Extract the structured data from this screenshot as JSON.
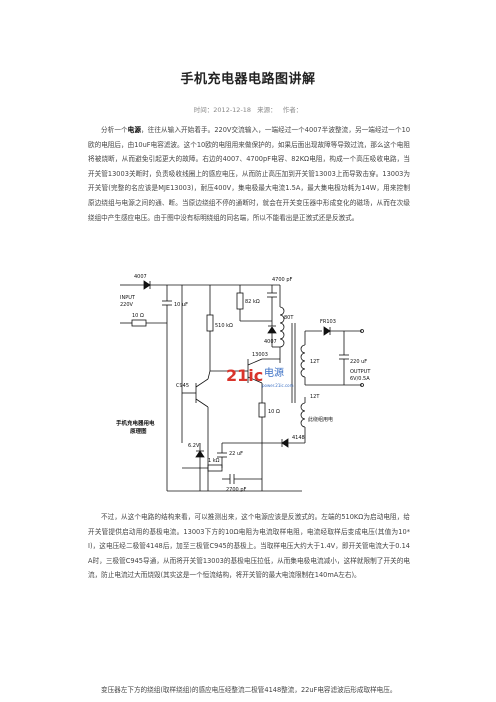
{
  "article": {
    "title": "手机充电器电路图讲解",
    "meta": {
      "time": "时间：2012-12-18",
      "source": "来源：",
      "author": "作者："
    },
    "p1_pre": "分析一个",
    "p1_bold": "电源",
    "p1_post": "，往往从输入开始着手。220V交流输入，一端经过一个4007半波整流，另一端经过一个10欧的电阻后，由10uF电容滤波。这个10欧的电阻用来做保护的，如果后面出现故障等导致过流，那么这个电阻将被烧断，从而避免引起更大的故障。右边的4007、4700pF电容、82KΩ电阻，构成一个高压吸收电路，当开关管13003关断时，负责吸收线圈上的感应电压，从而防止高压加到开关管13003上而导致击穿。13003为开关管(完整的名应该是MJE13003)，耐压400V，集电极最大电流1.5A，最大集电极功耗为14W，用来控制原边绕组与电源之间的通、断。当原边绕组不停的通断时，就会在开关变压器中形成变化的磁场，从而在次级绕组中产生感应电压。由于图中没有标明绕组的同名端，所以不能看出是正激式还是反激式。",
    "p2": "不过，从这个电路的结构来看，可以推测出来，这个电源应该是反激式的。左端的510KΩ为启动电阻，给开关管提供启动用的基极电流。13003下方的10Ω电阻为电流取样电阻，电流经取样后变成电压(其值为10*I)，这电压经二极管4148后，加至三极管C945的基极上。当取样电压大约大于1.4V，即开关管电流大于0.14A时，三极管C945导通，从而将开关管13003的基极电压拉低，从而集电极电流减小，这样就限制了开关的电流，防止电流过大而烧毁(其实这是一个恒流结构，将开关管的最大电流限制在140mA左右)。",
    "p3": "变压器左下方的绕组(取样绕组)的感应电压经整流二极管4148整流，22uF电容滤波后形成取样电压。"
  },
  "circuit": {
    "labels": {
      "d_4007_in": "4007",
      "input": "INPUT",
      "input_v": "220V",
      "c_10uf": "10 uF",
      "r_10_in": "10 Ω",
      "r_82k": "82 kΩ",
      "c_4700": "4700 pF",
      "r_510k": "510 kΩ",
      "d_4007_2": "4007",
      "w_80t": "80T",
      "w_12t_top": "12T",
      "d_fr": "FR103",
      "c_220": "220 uF",
      "output": "OUTPUT",
      "output_v": "6V/0.5A",
      "q_13003": "13003",
      "q_c945": "C945",
      "r_10_e": "10 Ω",
      "w_12t_bot": "12T",
      "note": "此绕组用电",
      "caption_1": "手机充电器用电",
      "caption_2": "原理图",
      "z_62": "6.2V",
      "c_22": "22 uF",
      "d_4148": "4148",
      "r_1k": "1 kΩ",
      "c_2700": "2700 pF"
    },
    "watermark": {
      "logo": "21ic",
      "cn": "电源",
      "site": "power.21ic.com"
    },
    "colors": {
      "watermark_red": "#d9342b",
      "watermark_blue": "#3a6fc4"
    }
  }
}
